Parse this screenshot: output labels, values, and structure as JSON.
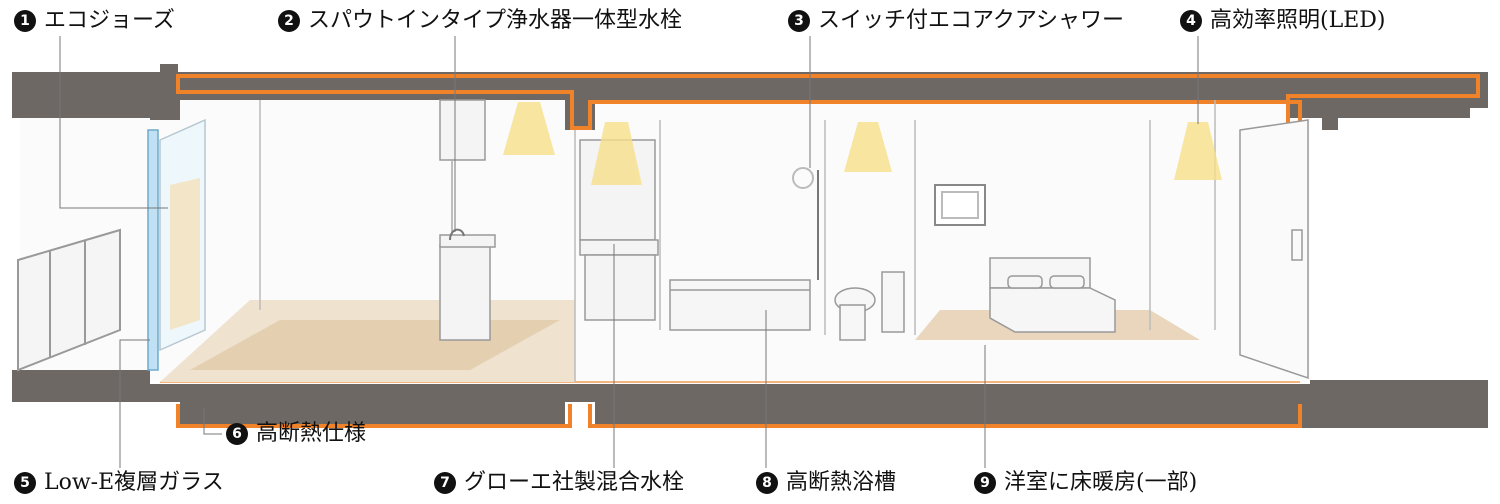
{
  "colors": {
    "concrete": "#6e6864",
    "insulation": "#f0822a",
    "light_beam": "#f7e08a",
    "floor_wood": "#e9d6bc",
    "wall": "#f2f2f2",
    "room_bg": "#fafafa"
  },
  "labels": [
    {
      "num": "1",
      "text": "エコジョーズ"
    },
    {
      "num": "2",
      "text": "スパウトインタイプ浄水器一体型水栓"
    },
    {
      "num": "3",
      "text": "スイッチ付エコアクアシャワー"
    },
    {
      "num": "4",
      "text": "高効率照明(LED)"
    },
    {
      "num": "5",
      "text": "Low-E複層ガラス"
    },
    {
      "num": "6",
      "text": "高断熱仕様"
    },
    {
      "num": "7",
      "text": "グローエ社製混合水栓"
    },
    {
      "num": "8",
      "text": "高断熱浴槽"
    },
    {
      "num": "9",
      "text": "洋室に床暖房(一部)"
    }
  ],
  "icons": [
    "light-fixture-icon",
    "shower-icon",
    "faucet-icon",
    "toilet-icon",
    "bed-icon",
    "door-icon"
  ]
}
